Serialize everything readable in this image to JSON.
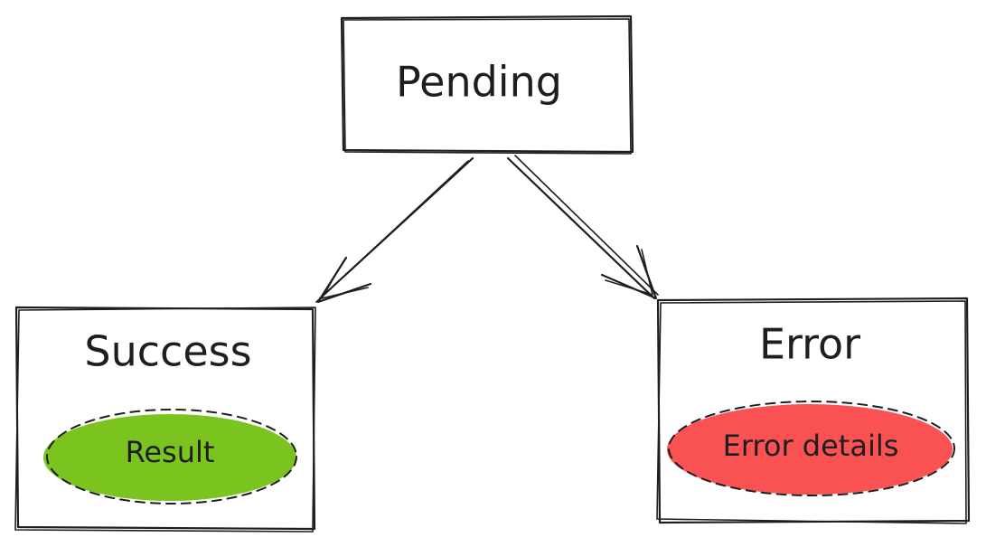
{
  "nodes": {
    "pending": {
      "label": "Pending"
    },
    "success": {
      "label": "Success",
      "badge": "Result",
      "badge_color": "#7bc41f"
    },
    "error": {
      "label": "Error",
      "badge": "Error details",
      "badge_color": "#fa5252"
    }
  },
  "edges": [
    {
      "from": "Pending",
      "to": "Success"
    },
    {
      "from": "Pending",
      "to": "Error"
    }
  ]
}
